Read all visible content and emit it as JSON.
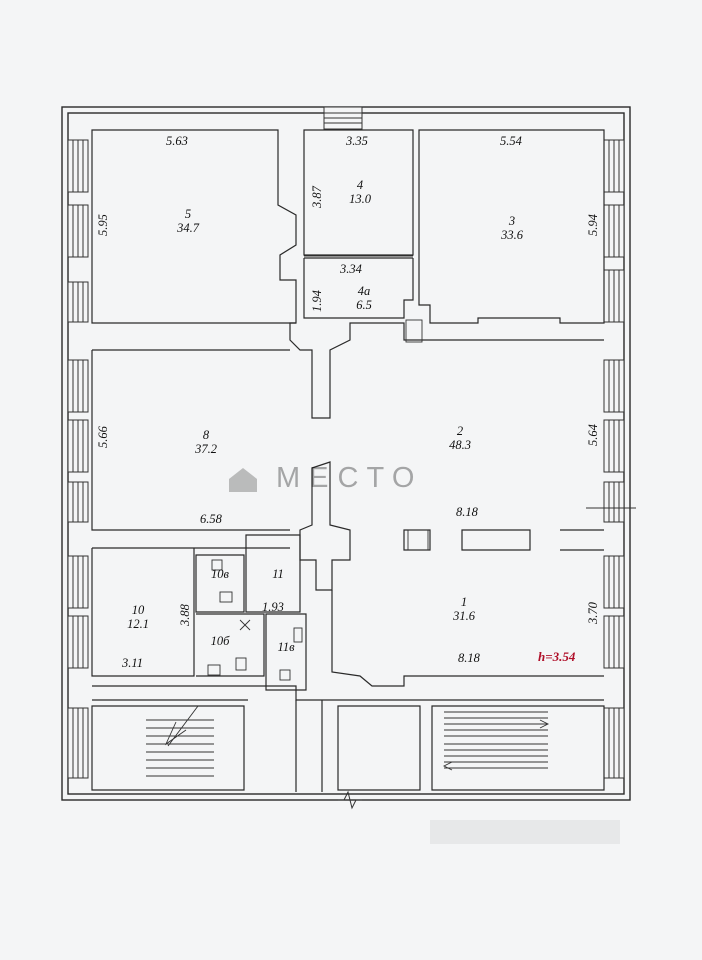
{
  "watermark": {
    "text": "МЕСТО"
  },
  "height_label": "h=3.54",
  "rooms": [
    {
      "id": "5",
      "num": "5",
      "area": "34.7"
    },
    {
      "id": "4",
      "num": "4",
      "area": "13.0"
    },
    {
      "id": "3",
      "num": "3",
      "area": "33.6"
    },
    {
      "id": "4a",
      "num": "4a",
      "area": "6.5"
    },
    {
      "id": "8",
      "num": "8",
      "area": "37.2"
    },
    {
      "id": "2",
      "num": "2",
      "area": "48.3"
    },
    {
      "id": "10",
      "num": "10",
      "area": "12.1"
    },
    {
      "id": "10v",
      "num": "10в",
      "area": ""
    },
    {
      "id": "11",
      "num": "11",
      "area": ""
    },
    {
      "id": "10b",
      "num": "10б",
      "area": ""
    },
    {
      "id": "11v",
      "num": "11в",
      "area": ""
    },
    {
      "id": "1",
      "num": "1",
      "area": "31.6"
    }
  ],
  "dimensions": {
    "d1": "5.63",
    "d2": "3.35",
    "d3": "5.54",
    "d4": "5.95",
    "d5": "3.87",
    "d6": "5.94",
    "d7": "3.34",
    "d8": "1.94",
    "d9": "5.66",
    "d10": "5.64",
    "d11": "6.58",
    "d12": "8.18",
    "d13": "3.88",
    "d14": "1.93",
    "d15": "3.70",
    "d16": "3.11",
    "d17": "8.18"
  }
}
